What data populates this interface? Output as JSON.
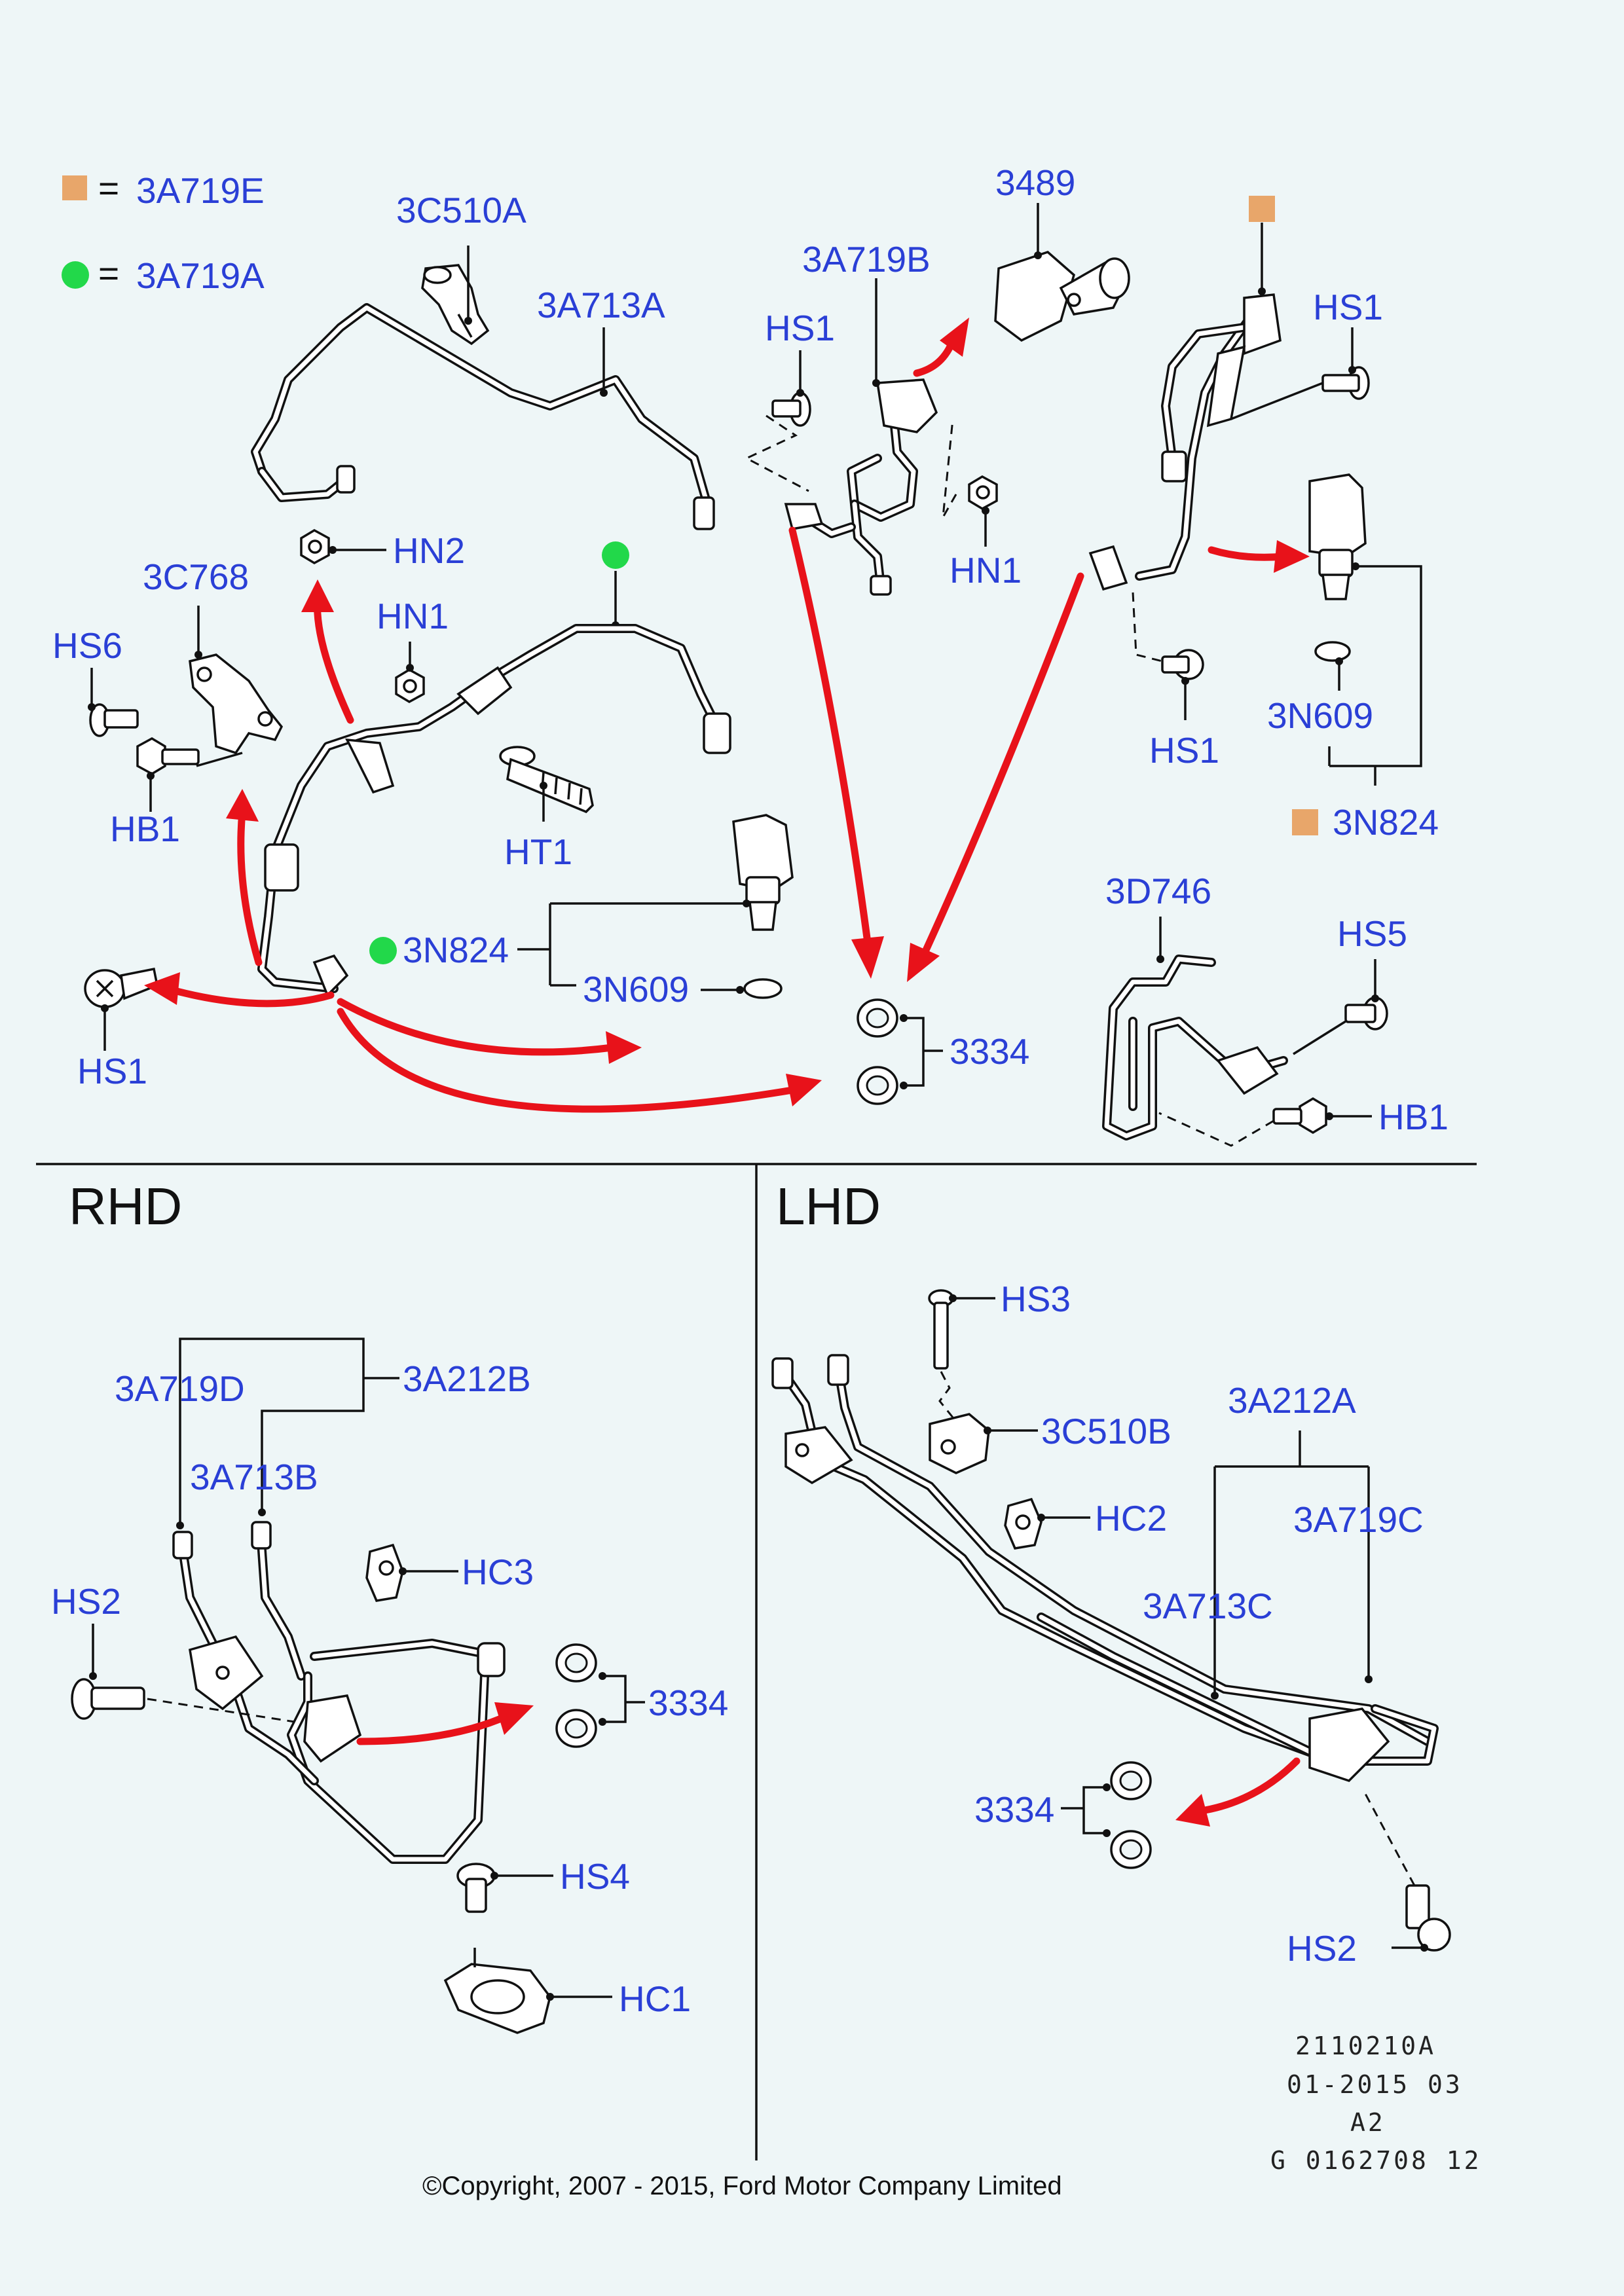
{
  "legend": {
    "square_label": "3A719E",
    "circle_label": "3A719A",
    "square_color": "#e8a66a",
    "circle_color": "#22d84a"
  },
  "sections": {
    "rhd": "RHD",
    "lhd": "LHD"
  },
  "labels": {
    "c3C510A": "3C510A",
    "c3A713A": "3A713A",
    "c3489": "3489",
    "c3A719B": "3A719B",
    "hs1_top": "HS1",
    "hs1_right": "HS1",
    "hn2": "HN2",
    "c3C768": "3C768",
    "hs6": "HS6",
    "hb1_left": "HB1",
    "hn1_mid": "HN1",
    "ht1": "HT1",
    "hn1_top": "HN1",
    "hs1_lower": "HS1",
    "c3N609_right": "3N609",
    "c3N824_right": "3N824",
    "c3N824_left": "3N824",
    "c3N609_left": "3N609",
    "hs1_left": "HS1",
    "c3334_top": "3334",
    "c3D746": "3D746",
    "hs5": "HS5",
    "hb1_right": "HB1",
    "c3A719D": "3A719D",
    "c3A212B": "3A212B",
    "c3A713B": "3A713B",
    "hs2_rhd": "HS2",
    "hc3": "HC3",
    "c3334_rhd": "3334",
    "hs4": "HS4",
    "hc1": "HC1",
    "hs3": "HS3",
    "c3C510B": "3C510B",
    "c3A212A": "3A212A",
    "hc2": "HC2",
    "c3A719C": "3A719C",
    "c3A713C": "3A713C",
    "c3334_lhd": "3334",
    "hs2_lhd": "HS2"
  },
  "footer": {
    "line1": "2110210A",
    "line2": "01-2015 03",
    "line3": "A2",
    "line4": "G 0162708 12",
    "copyright": "©Copyright, 2007 - 2015, Ford Motor Company Limited"
  }
}
